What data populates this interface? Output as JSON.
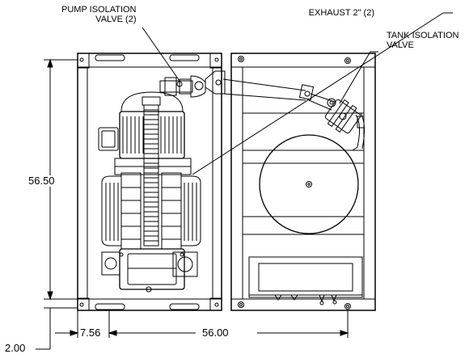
{
  "callouts": {
    "pump_isolation_valve": [
      "PUMP ISOLATION",
      "VALVE (2)"
    ],
    "exhaust": "EXHAUST 2\" (2)",
    "tank_isolation_valve": [
      "TANK ISOLATION",
      "VALVE"
    ]
  },
  "dimensions": {
    "height": "56.50",
    "offset_bottom": "2.00",
    "offset_left": "7.56",
    "width_bottom": "56.00"
  }
}
